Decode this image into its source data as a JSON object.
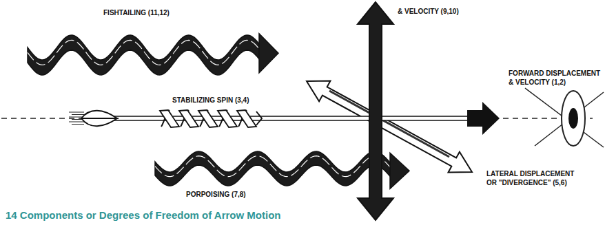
{
  "diagram": {
    "caption": "14 Components or Degrees of Freedom of Arrow Motion",
    "labels": [
      "FISHTAILING (11,12)",
      "& VELOCITY (9,10)",
      "STABILIZING SPIN (3,4)",
      "FORWARD DISPLACEMENT & VELOCITY (1,2)",
      "PORPOISING (7,8)",
      "LATERAL DISPLACEMENT OR \"DIVERGENCE\" (5,6)"
    ]
  }
}
